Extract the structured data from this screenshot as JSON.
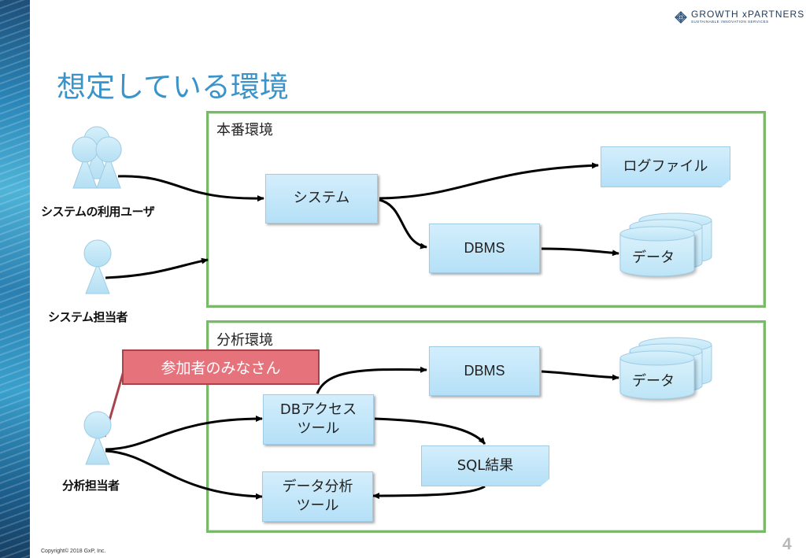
{
  "slide": {
    "title": "想定している環境",
    "copyright": "Copyright© 2018 GxP, Inc.",
    "page_number": "4"
  },
  "logo": {
    "name": "GROWTH xPARTNERS",
    "tagline": "SUSTAINABLE INNOVATION SERVICES"
  },
  "production": {
    "label": "本番環境",
    "system": "システム",
    "dbms": "DBMS",
    "log_file": "ログファイル",
    "data": "データ"
  },
  "analysis": {
    "label": "分析環境",
    "dbms": "DBMS",
    "data": "データ",
    "db_access_tool": "DBアクセス\nツール",
    "sql_result": "SQL結果",
    "data_analysis_tool": "データ分析\nツール"
  },
  "actors": {
    "system_users": "システムの利用ユーザ",
    "system_admin": "システム担当者",
    "analyst": "分析担当者"
  },
  "callout": {
    "text": "参加者のみなさん"
  }
}
